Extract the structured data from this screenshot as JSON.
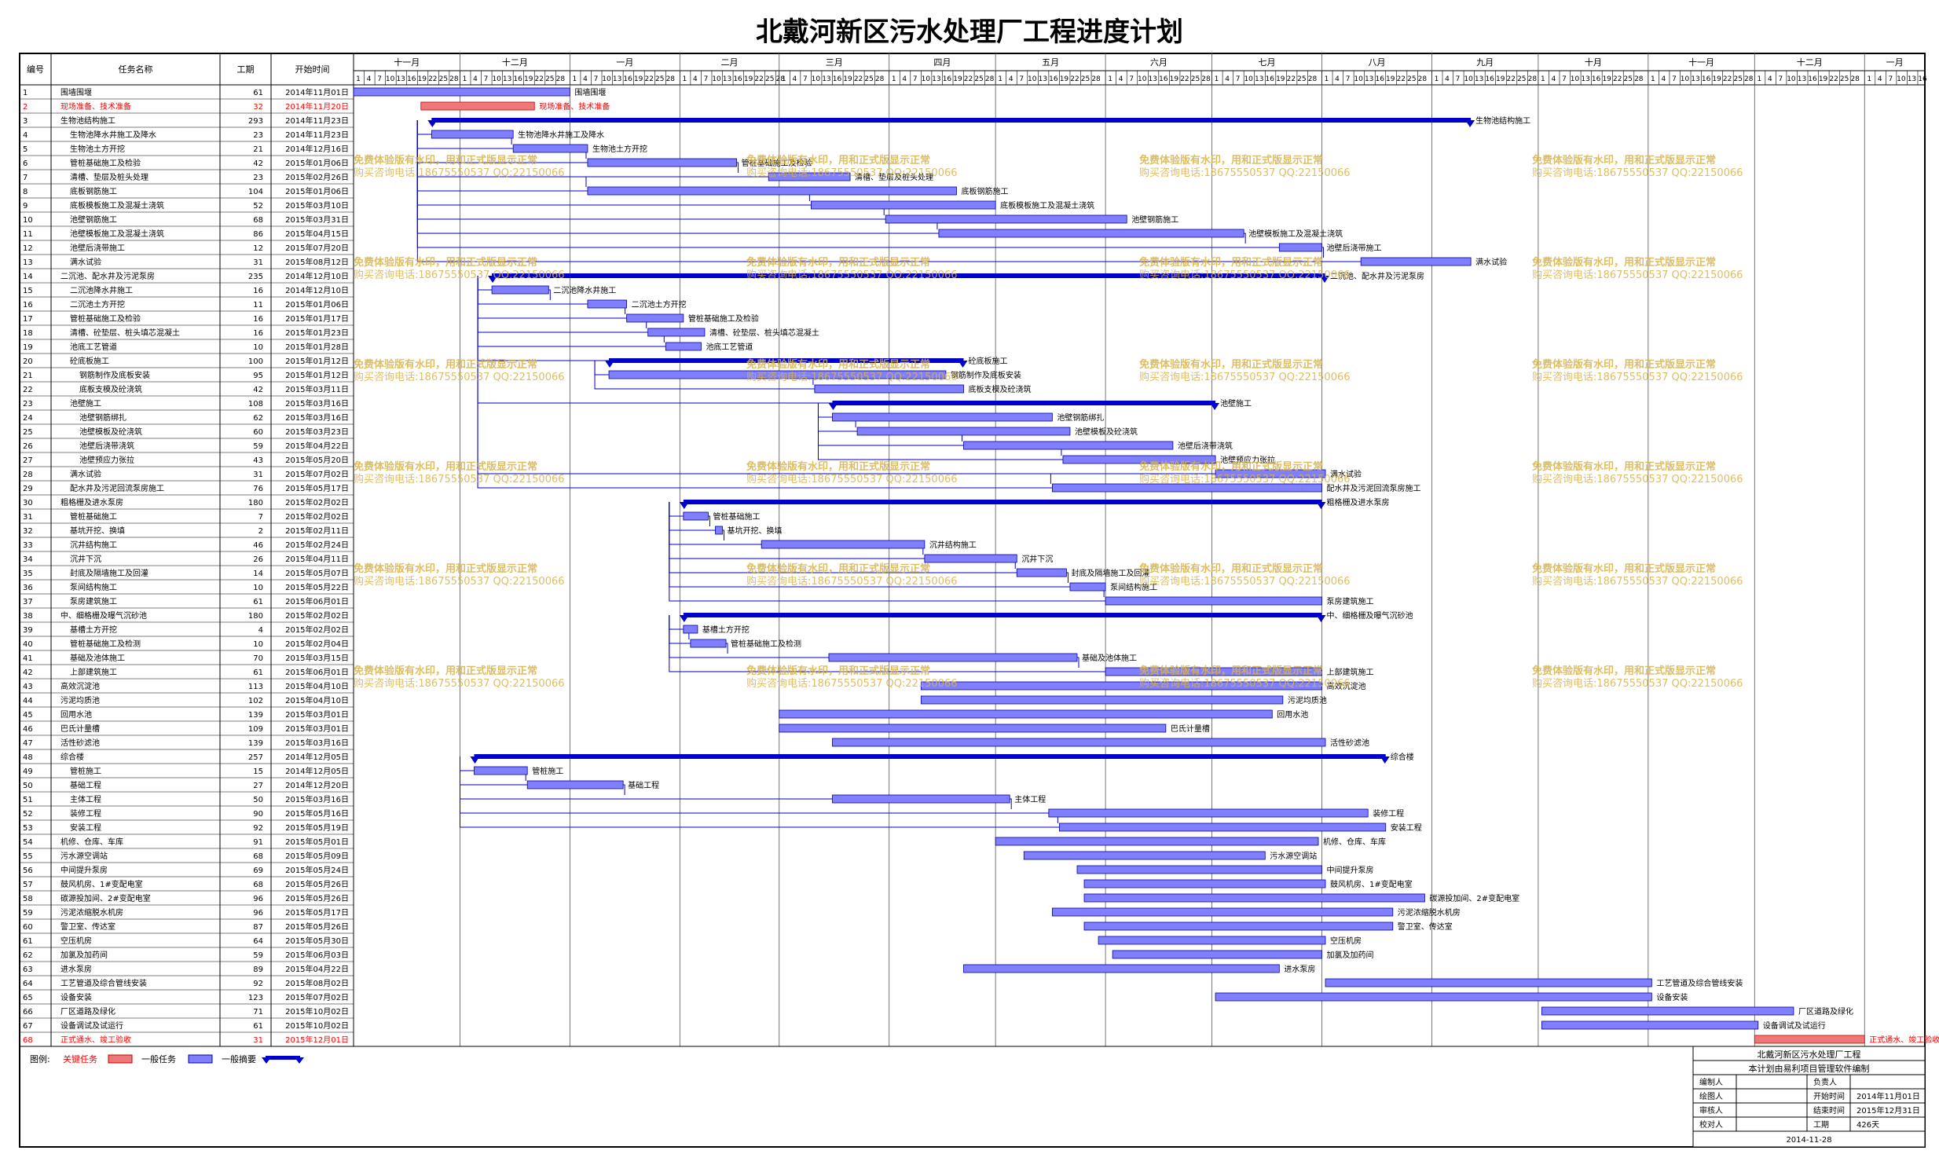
{
  "title": "北戴河新区污水处理厂工程进度计划",
  "headers": {
    "id": "编号",
    "name": "任务名称",
    "dur": "工期",
    "start": "开始时间"
  },
  "months": [
    "十一月",
    "十二月",
    "一月",
    "二月",
    "三月",
    "四月",
    "五月",
    "六月",
    "七月",
    "八月",
    "九月",
    "十月",
    "十一月",
    "十二月",
    "一月"
  ],
  "watermark": {
    "line1": "免费体验版有水印，用和正式版显示正常",
    "line2": "购买咨询电话:18675550537 QQ:22150066"
  },
  "colors": {
    "critical": "#ee7777",
    "normal": "#8080ff",
    "summary": "#0000cc",
    "link": "#0000cc",
    "critical_text": "#ff0000",
    "watermark": "#d8b24a"
  },
  "legend": {
    "label": "图例:",
    "critical": "关键任务",
    "normal": "一般任务",
    "summary": "一般摘要"
  },
  "footer": {
    "project": "北戴河新区污水处理厂工程",
    "note": "本计划由易利项目管理软件编制",
    "rows": [
      {
        "a": "编制人",
        "b": "",
        "c": "负责人",
        "d": ""
      },
      {
        "a": "绘图人",
        "b": "",
        "c": "开始时间",
        "d": "2014年11月01日"
      },
      {
        "a": "审核人",
        "b": "",
        "c": "结束时间",
        "d": "2015年12月31日"
      },
      {
        "a": "校对人",
        "b": "",
        "c": "工期",
        "d": "426天"
      }
    ],
    "date": "2014-11-28"
  },
  "chart_data": {
    "type": "gantt",
    "timeline": {
      "start": "2014-11-01",
      "end": "2016-01-18",
      "tick_days": [
        1,
        4,
        7,
        10,
        13,
        16,
        19,
        22,
        25,
        28
      ]
    },
    "tasks": [
      {
        "id": 1,
        "name": "围墙围堰",
        "dur": 61,
        "start": "2014年11月01日",
        "level": 0,
        "kind": "n",
        "label": "围墙围堰",
        "parent": null
      },
      {
        "id": 2,
        "name": "现场准备、技术准备",
        "dur": 32,
        "start": "2014年11月20日",
        "level": 0,
        "kind": "c",
        "label": "现场准备、技术准备",
        "parent": null
      },
      {
        "id": 3,
        "name": "生物池结构施工",
        "dur": 293,
        "start": "2014年11月23日",
        "level": 0,
        "kind": "s",
        "label": "生物池结构施工",
        "parent": null
      },
      {
        "id": 4,
        "name": "生物池降水井施工及降水",
        "dur": 23,
        "start": "2014年11月23日",
        "level": 1,
        "kind": "n",
        "label": "生物池降水井施工及降水",
        "parent": 3
      },
      {
        "id": 5,
        "name": "生物池土方开挖",
        "dur": 21,
        "start": "2014年12月16日",
        "level": 1,
        "kind": "n",
        "label": "生物池土方开挖",
        "parent": 3
      },
      {
        "id": 6,
        "name": "管桩基础施工及检验",
        "dur": 42,
        "start": "2015年01月06日",
        "level": 1,
        "kind": "n",
        "label": "管桩基础施工及检验",
        "parent": 3
      },
      {
        "id": 7,
        "name": "清槽、垫层及桩头处理",
        "dur": 23,
        "start": "2015年02月26日",
        "level": 1,
        "kind": "n",
        "label": "清槽、垫层及桩头处理",
        "parent": 3
      },
      {
        "id": 8,
        "name": "底板钢筋施工",
        "dur": 104,
        "start": "2015年01月06日",
        "level": 1,
        "kind": "n",
        "label": "底板钢筋施工",
        "parent": 3
      },
      {
        "id": 9,
        "name": "底板模板施工及混凝土浇筑",
        "dur": 52,
        "start": "2015年03月10日",
        "level": 1,
        "kind": "n",
        "label": "底板模板施工及混凝土浇筑",
        "parent": 3
      },
      {
        "id": 10,
        "name": "池壁钢筋施工",
        "dur": 68,
        "start": "2015年03月31日",
        "level": 1,
        "kind": "n",
        "label": "池壁钢筋施工",
        "parent": 3
      },
      {
        "id": 11,
        "name": "池壁模板施工及混凝土浇筑",
        "dur": 86,
        "start": "2015年04月15日",
        "level": 1,
        "kind": "n",
        "label": "池壁模板施工及混凝土浇筑",
        "parent": 3
      },
      {
        "id": 12,
        "name": "池壁后浇带施工",
        "dur": 12,
        "start": "2015年07月20日",
        "level": 1,
        "kind": "n",
        "label": "池壁后浇带施工",
        "parent": 3
      },
      {
        "id": 13,
        "name": "满水试验",
        "dur": 31,
        "start": "2015年08月12日",
        "level": 1,
        "kind": "n",
        "label": "满水试验",
        "parent": 3
      },
      {
        "id": 14,
        "name": "二沉池、配水井及污泥泵房",
        "dur": 235,
        "start": "2014年12月10日",
        "level": 0,
        "kind": "s",
        "label": "二沉池、配水井及污泥泵房",
        "parent": null
      },
      {
        "id": 15,
        "name": "二沉池降水井施工",
        "dur": 16,
        "start": "2014年12月10日",
        "level": 1,
        "kind": "n",
        "label": "二沉池降水井施工",
        "parent": 14
      },
      {
        "id": 16,
        "name": "二沉池土方开挖",
        "dur": 11,
        "start": "2015年01月06日",
        "level": 1,
        "kind": "n",
        "label": "二沉池土方开挖",
        "parent": 14
      },
      {
        "id": 17,
        "name": "管桩基础施工及检验",
        "dur": 16,
        "start": "2015年01月17日",
        "level": 1,
        "kind": "n",
        "label": "管桩基础施工及检验",
        "parent": 14
      },
      {
        "id": 18,
        "name": "清槽、砼垫层、桩头填芯混凝土",
        "dur": 16,
        "start": "2015年01月23日",
        "level": 1,
        "kind": "n",
        "label": "清槽、砼垫层、桩头填芯混凝土",
        "parent": 14
      },
      {
        "id": 19,
        "name": "池底工艺管道",
        "dur": 10,
        "start": "2015年01月28日",
        "level": 1,
        "kind": "n",
        "label": "池底工艺管道",
        "parent": 14
      },
      {
        "id": 20,
        "name": "砼底板施工",
        "dur": 100,
        "start": "2015年01月12日",
        "level": 1,
        "kind": "s",
        "label": "砼底板施工",
        "parent": 14
      },
      {
        "id": 21,
        "name": "钢筋制作及底板安装",
        "dur": 95,
        "start": "2015年01月12日",
        "level": 2,
        "kind": "n",
        "label": "钢筋制作及底板安装",
        "parent": 20
      },
      {
        "id": 22,
        "name": "底板支模及砼浇筑",
        "dur": 42,
        "start": "2015年03月11日",
        "level": 2,
        "kind": "n",
        "label": "底板支模及砼浇筑",
        "parent": 20
      },
      {
        "id": 23,
        "name": "池壁施工",
        "dur": 108,
        "start": "2015年03月16日",
        "level": 1,
        "kind": "s",
        "label": "池壁施工",
        "parent": 14
      },
      {
        "id": 24,
        "name": "池壁钢筋绑扎",
        "dur": 62,
        "start": "2015年03月16日",
        "level": 2,
        "kind": "n",
        "label": "池壁钢筋绑扎",
        "parent": 23
      },
      {
        "id": 25,
        "name": "池壁模板及砼浇筑",
        "dur": 60,
        "start": "2015年03月23日",
        "level": 2,
        "kind": "n",
        "label": "池壁模板及砼浇筑",
        "parent": 23
      },
      {
        "id": 26,
        "name": "池壁后浇带浇筑",
        "dur": 59,
        "start": "2015年04月22日",
        "level": 2,
        "kind": "n",
        "label": "池壁后浇带浇筑",
        "parent": 23
      },
      {
        "id": 27,
        "name": "池壁预应力张拉",
        "dur": 43,
        "start": "2015年05月20日",
        "level": 2,
        "kind": "n",
        "label": "池壁预应力张拉",
        "parent": 23
      },
      {
        "id": 28,
        "name": "满水试验",
        "dur": 31,
        "start": "2015年07月02日",
        "level": 1,
        "kind": "n",
        "label": "满水试验",
        "parent": 14
      },
      {
        "id": 29,
        "name": "配水井及污泥回流泵房施工",
        "dur": 76,
        "start": "2015年05月17日",
        "level": 1,
        "kind": "n",
        "label": "配水井及污泥回流泵房施工",
        "parent": 14
      },
      {
        "id": 30,
        "name": "粗格栅及进水泵房",
        "dur": 180,
        "start": "2015年02月02日",
        "level": 0,
        "kind": "s",
        "label": "粗格栅及进水泵房",
        "parent": null
      },
      {
        "id": 31,
        "name": "管桩基础施工",
        "dur": 7,
        "start": "2015年02月02日",
        "level": 1,
        "kind": "n",
        "label": "管桩基础施工",
        "parent": 30
      },
      {
        "id": 32,
        "name": "基坑开挖、换填",
        "dur": 2,
        "start": "2015年02月11日",
        "level": 1,
        "kind": "n",
        "label": "基坑开挖、换填",
        "parent": 30
      },
      {
        "id": 33,
        "name": "沉井结构施工",
        "dur": 46,
        "start": "2015年02月24日",
        "level": 1,
        "kind": "n",
        "label": "沉井结构施工",
        "parent": 30
      },
      {
        "id": 34,
        "name": "沉井下沉",
        "dur": 26,
        "start": "2015年04月11日",
        "level": 1,
        "kind": "n",
        "label": "沉井下沉",
        "parent": 30
      },
      {
        "id": 35,
        "name": "封底及隔墙施工及回灌",
        "dur": 14,
        "start": "2015年05月07日",
        "level": 1,
        "kind": "n",
        "label": "封底及隔墙施工及回灌",
        "parent": 30
      },
      {
        "id": 36,
        "name": "泵间结构施工",
        "dur": 10,
        "start": "2015年05月22日",
        "level": 1,
        "kind": "n",
        "label": "泵间结构施工",
        "parent": 30
      },
      {
        "id": 37,
        "name": "泵房建筑施工",
        "dur": 61,
        "start": "2015年06月01日",
        "level": 1,
        "kind": "n",
        "label": "泵房建筑施工",
        "parent": 30
      },
      {
        "id": 38,
        "name": "中、细格栅及曝气沉砂池",
        "dur": 180,
        "start": "2015年02月02日",
        "level": 0,
        "kind": "s",
        "label": "中、细格栅及曝气沉砂池",
        "parent": null
      },
      {
        "id": 39,
        "name": "基槽土方开挖",
        "dur": 4,
        "start": "2015年02月02日",
        "level": 1,
        "kind": "n",
        "label": "基槽土方开挖",
        "parent": 38
      },
      {
        "id": 40,
        "name": "管桩基础施工及检测",
        "dur": 10,
        "start": "2015年02月04日",
        "level": 1,
        "kind": "n",
        "label": "管桩基础施工及检测",
        "parent": 38
      },
      {
        "id": 41,
        "name": "基础及池体施工",
        "dur": 70,
        "start": "2015年03月15日",
        "level": 1,
        "kind": "n",
        "label": "基础及池体施工",
        "parent": 38
      },
      {
        "id": 42,
        "name": "上部建筑施工",
        "dur": 61,
        "start": "2015年06月01日",
        "level": 1,
        "kind": "n",
        "label": "上部建筑施工",
        "parent": 38
      },
      {
        "id": 43,
        "name": "高效沉淀池",
        "dur": 113,
        "start": "2015年04月10日",
        "level": 0,
        "kind": "n",
        "label": "高效沉淀池",
        "parent": null
      },
      {
        "id": 44,
        "name": "污泥均质池",
        "dur": 102,
        "start": "2015年04月10日",
        "level": 0,
        "kind": "n",
        "label": "污泥均质池",
        "parent": null
      },
      {
        "id": 45,
        "name": "回用水池",
        "dur": 139,
        "start": "2015年03月01日",
        "level": 0,
        "kind": "n",
        "label": "回用水池",
        "parent": null
      },
      {
        "id": 46,
        "name": "巴氏计量槽",
        "dur": 109,
        "start": "2015年03月01日",
        "level": 0,
        "kind": "n",
        "label": "巴氏计量槽",
        "parent": null
      },
      {
        "id": 47,
        "name": "活性砂滤池",
        "dur": 139,
        "start": "2015年03月16日",
        "level": 0,
        "kind": "n",
        "label": "活性砂滤池",
        "parent": null
      },
      {
        "id": 48,
        "name": "综合楼",
        "dur": 257,
        "start": "2014年12月05日",
        "level": 0,
        "kind": "s",
        "label": "综合楼",
        "parent": null
      },
      {
        "id": 49,
        "name": "管桩施工",
        "dur": 15,
        "start": "2014年12月05日",
        "level": 1,
        "kind": "n",
        "label": "管桩施工",
        "parent": 48
      },
      {
        "id": 50,
        "name": "基础工程",
        "dur": 27,
        "start": "2014年12月20日",
        "level": 1,
        "kind": "n",
        "label": "基础工程",
        "parent": 48
      },
      {
        "id": 51,
        "name": "主体工程",
        "dur": 50,
        "start": "2015年03月16日",
        "level": 1,
        "kind": "n",
        "label": "主体工程",
        "parent": 48
      },
      {
        "id": 52,
        "name": "装修工程",
        "dur": 90,
        "start": "2015年05月16日",
        "level": 1,
        "kind": "n",
        "label": "装修工程",
        "parent": 48
      },
      {
        "id": 53,
        "name": "安装工程",
        "dur": 92,
        "start": "2015年05月19日",
        "level": 1,
        "kind": "n",
        "label": "安装工程",
        "parent": 48
      },
      {
        "id": 54,
        "name": "机修、仓库、车库",
        "dur": 91,
        "start": "2015年05月01日",
        "level": 0,
        "kind": "n",
        "label": "机修、仓库、车库",
        "parent": null
      },
      {
        "id": 55,
        "name": "污水源空调站",
        "dur": 68,
        "start": "2015年05月09日",
        "level": 0,
        "kind": "n",
        "label": "污水源空调站",
        "parent": null
      },
      {
        "id": 56,
        "name": "中间提升泵房",
        "dur": 69,
        "start": "2015年05月24日",
        "level": 0,
        "kind": "n",
        "label": "中间提升泵房",
        "parent": null
      },
      {
        "id": 57,
        "name": "鼓风机房、1#变配电室",
        "dur": 68,
        "start": "2015年05月26日",
        "level": 0,
        "kind": "n",
        "label": "鼓风机房、1#变配电室",
        "parent": null
      },
      {
        "id": 58,
        "name": "碳源投加间、2#变配电室",
        "dur": 96,
        "start": "2015年05月26日",
        "level": 0,
        "kind": "n",
        "label": "碳源投加间、2#变配电室",
        "parent": null
      },
      {
        "id": 59,
        "name": "污泥浓缩脱水机房",
        "dur": 96,
        "start": "2015年05月17日",
        "level": 0,
        "kind": "n",
        "label": "污泥浓缩脱水机房",
        "parent": null
      },
      {
        "id": 60,
        "name": "警卫室、传达室",
        "dur": 87,
        "start": "2015年05月26日",
        "level": 0,
        "kind": "n",
        "label": "警卫室、传达室",
        "parent": null
      },
      {
        "id": 61,
        "name": "空压机房",
        "dur": 64,
        "start": "2015年05月30日",
        "level": 0,
        "kind": "n",
        "label": "空压机房",
        "parent": null
      },
      {
        "id": 62,
        "name": "加氯及加药间",
        "dur": 59,
        "start": "2015年06月03日",
        "level": 0,
        "kind": "n",
        "label": "加氯及加药间",
        "parent": null
      },
      {
        "id": 63,
        "name": "进水泵房",
        "dur": 89,
        "start": "2015年04月22日",
        "level": 0,
        "kind": "n",
        "label": "进水泵房",
        "parent": null
      },
      {
        "id": 64,
        "name": "工艺管道及综合管线安装",
        "dur": 92,
        "start": "2015年08月02日",
        "level": 0,
        "kind": "n",
        "label": "工艺管道及综合管线安装",
        "parent": null
      },
      {
        "id": 65,
        "name": "设备安装",
        "dur": 123,
        "start": "2015年07月02日",
        "level": 0,
        "kind": "n",
        "label": "设备安装",
        "parent": null
      },
      {
        "id": 66,
        "name": "厂区道路及绿化",
        "dur": 71,
        "start": "2015年10月02日",
        "level": 0,
        "kind": "n",
        "label": "厂区道路及绿化",
        "parent": null
      },
      {
        "id": 67,
        "name": "设备调试及试运行",
        "dur": 61,
        "start": "2015年10月02日",
        "level": 0,
        "kind": "n",
        "label": "设备调试及试运行",
        "parent": null
      },
      {
        "id": 68,
        "name": "正式通水、竣工验收",
        "dur": 31,
        "start": "2015年12月01日",
        "level": 0,
        "kind": "c",
        "label": "正式通水、竣工验收",
        "parent": null
      }
    ]
  }
}
